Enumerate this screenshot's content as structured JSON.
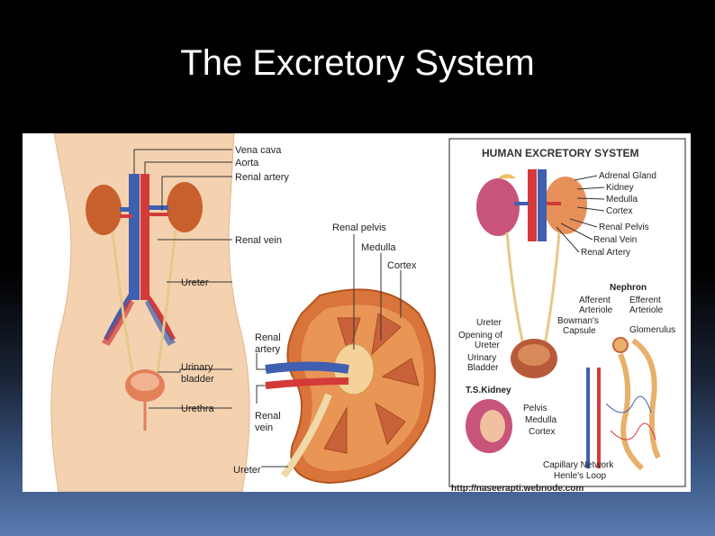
{
  "slide": {
    "title": "The Excretory System"
  },
  "left_figure": {
    "labels": {
      "vena_cava": "Vena cava",
      "aorta": "Aorta",
      "renal_artery": "Renal artery",
      "renal_vein": "Renal vein",
      "ureter": "Ureter",
      "urinary_bladder_1": "Urinary",
      "urinary_bladder_2": "bladder",
      "urethra": "Urethra",
      "renal_pelvis": "Renal pelvis",
      "medulla": "Medulla",
      "cortex": "Cortex",
      "kidney_renal_artery_1": "Renal",
      "kidney_renal_artery_2": "artery",
      "kidney_renal_vein_1": "Renal",
      "kidney_renal_vein_2": "vein",
      "kidney_ureter": "Ureter"
    }
  },
  "right_figure": {
    "title": "HUMAN EXCRETORY SYSTEM",
    "labels": {
      "adrenal_gland": "Adrenal Gland",
      "kidney": "Kidney",
      "medulla": "Medulla",
      "cortex": "Cortex",
      "renal_pelvis": "Renal Pelvis",
      "renal_vein": "Renal Vein",
      "renal_artery": "Renal Artery",
      "nephron": "Nephron",
      "afferent_1": "Afferent",
      "afferent_2": "Arteriole",
      "efferent_1": "Efferent",
      "efferent_2": "Arteriole",
      "bowmans_1": "Bowman's",
      "bowmans_2": "Capsule",
      "glomerulus": "Glomerulus",
      "ureter": "Ureter",
      "opening_1": "Opening of",
      "opening_2": "Ureter",
      "bladder_1": "Urinary",
      "bladder_2": "Bladder",
      "ts_kidney": "T.S.Kidney",
      "pelvis": "Pelvis",
      "ts_medulla": "Medulla",
      "ts_cortex": "Cortex",
      "capillary_network": "Capillary Network",
      "henles_loop": "Henle's Loop"
    },
    "url": "http://naseerapti.webnode.com"
  }
}
